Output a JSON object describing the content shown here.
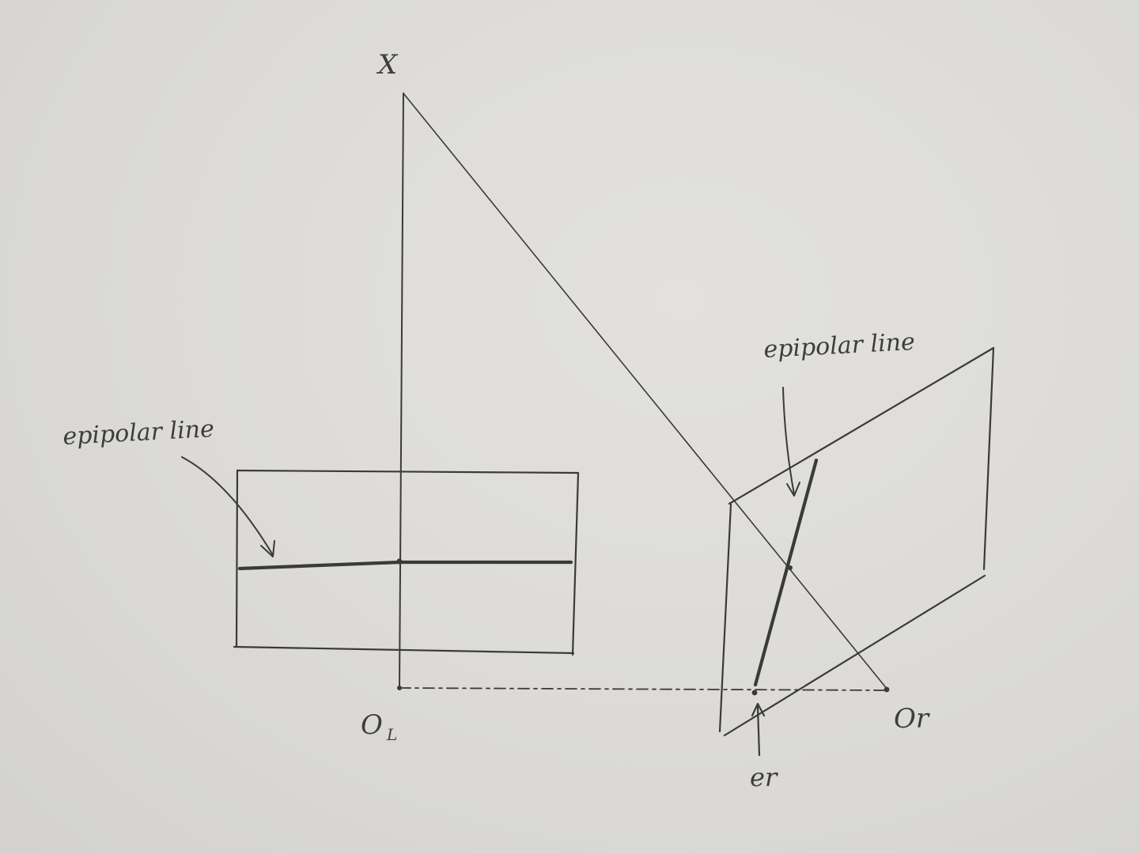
{
  "labels": {
    "point_x": "X",
    "left_center": "O",
    "left_center_sub": "L",
    "right_center": "Or",
    "right_epipole": "er",
    "epipolar_line_left": "epipolar line",
    "epipolar_line_right": "epipolar line"
  },
  "colors": {
    "ink": "#3a3a3c",
    "paper": "#dddcd8"
  }
}
